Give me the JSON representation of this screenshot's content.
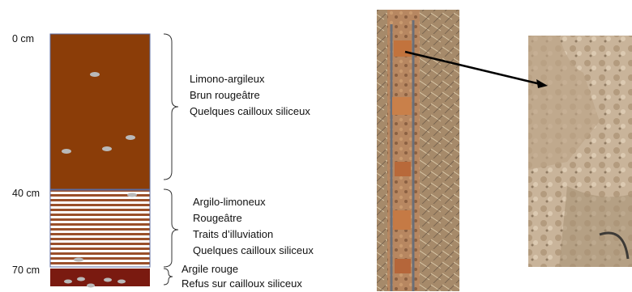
{
  "depth_labels": {
    "d0": "0 cm",
    "d40": "40 cm",
    "d70": "70 cm"
  },
  "horizons": [
    {
      "lines": [
        "Limono-argileux",
        "Brun rougeâtre",
        "Quelques cailloux siliceux"
      ]
    },
    {
      "lines": [
        "Argilo-limoneux",
        "Rougeâtre",
        "Traits d’illuviation",
        "Quelques cailloux siliceux"
      ]
    },
    {
      "lines": [
        "Argile rouge",
        "Refus sur cailloux siliceux"
      ]
    }
  ],
  "colors": {
    "horizon_1": "#8b3d08",
    "horizon_2_stripe": "#9a4f2a",
    "horizon_3": "#7a1a10",
    "pebble": "#b9b9b9"
  }
}
